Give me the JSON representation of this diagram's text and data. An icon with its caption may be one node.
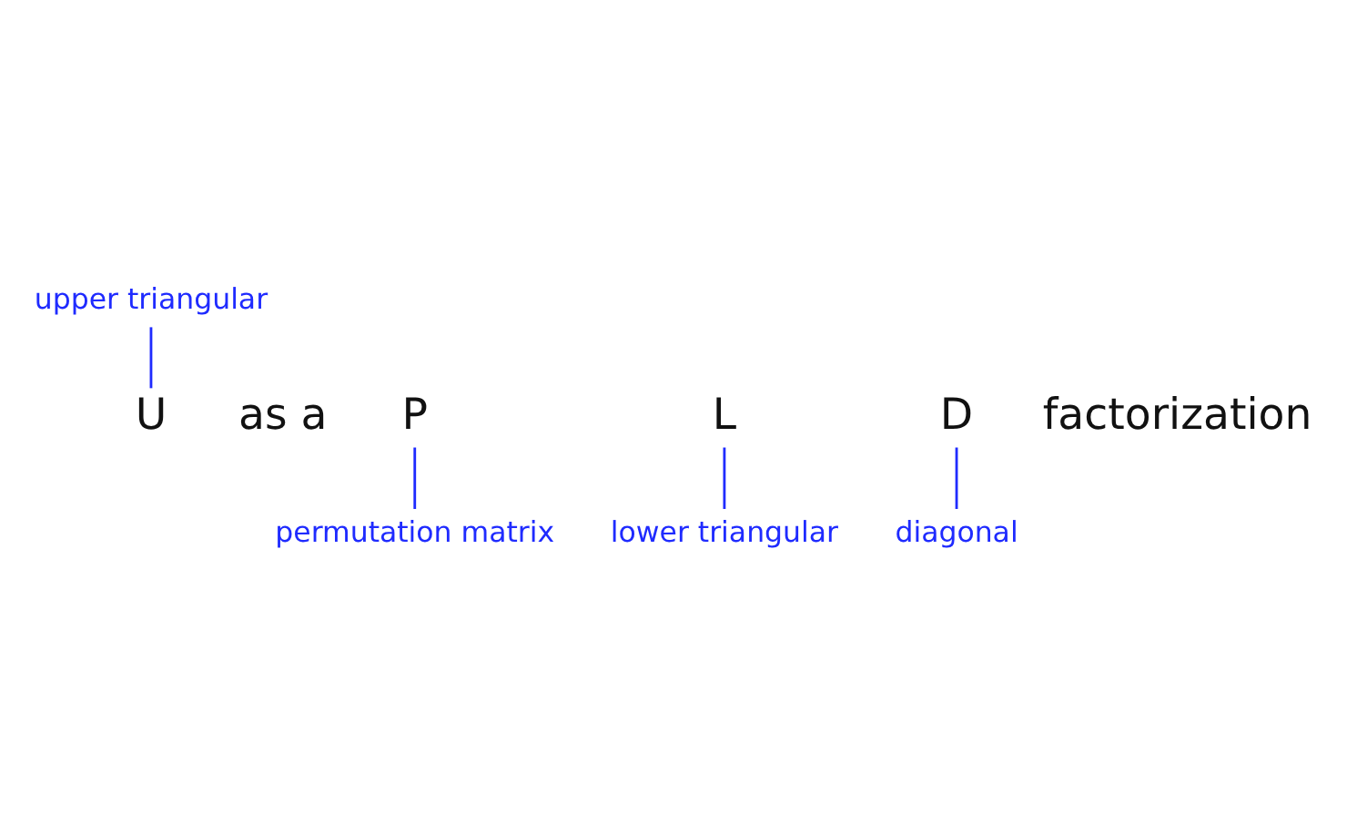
{
  "diagram": {
    "nodes": [
      {
        "text": [
          "P"
        ]
      },
      {
        "text": [
          "L"
        ]
      },
      {
        "text": [
          "D"
        ]
      },
      {
        "text": [
          "U"
        ]
      },
      {
        "text": [
          "upper triangular"
        ]
      },
      {
        "text": [
          "permutation matrix"
        ]
      },
      {
        "text": [
          "lower triangular"
        ]
      },
      {
        "text": [
          "diagonal"
        ]
      }
    ],
    "edges": [
      {
        "from": 4,
        "to": 3,
        "arrow": "none"
      },
      {
        "from": 5,
        "to": 0,
        "arrow": "none"
      },
      {
        "from": 6,
        "to": 1,
        "arrow": "none"
      },
      {
        "from": 7,
        "to": 2,
        "arrow": "none"
      }
    ],
    "labels": [
      "as a",
      "factorization"
    ]
  }
}
